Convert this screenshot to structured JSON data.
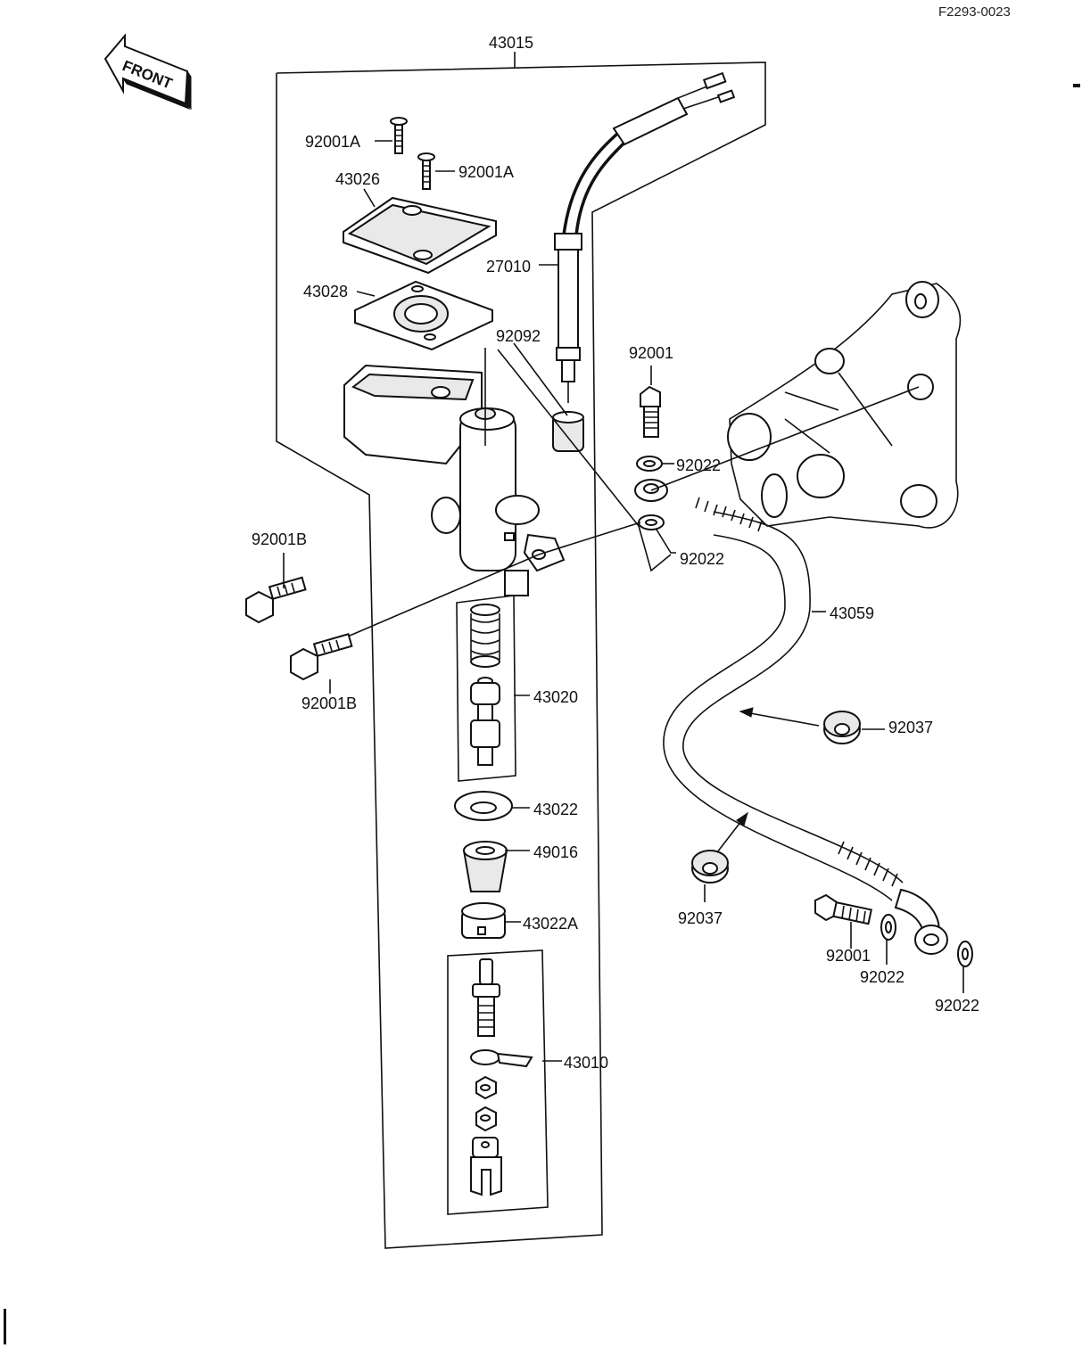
{
  "header": {
    "reference_code": "F2293-0023"
  },
  "front_arrow": {
    "label": "FRONT"
  },
  "parts": {
    "p43015": "43015",
    "p92001A_1": "92001A",
    "p92001A_2": "92001A",
    "p43026": "43026",
    "p43028": "43028",
    "p27010": "27010",
    "p92092": "92092",
    "p92001": "92001",
    "p92022_1": "92022",
    "p92022_2": "92022",
    "p92001B_1": "92001B",
    "p92001B_2": "92001B",
    "p43059": "43059",
    "p43020": "43020",
    "p92037_1": "92037",
    "p92037_2": "92037",
    "p43022": "43022",
    "p49016": "49016",
    "p43022A": "43022A",
    "p92001_2": "92001",
    "p92022_3": "92022",
    "p92022_4": "92022",
    "p43010": "43010"
  }
}
